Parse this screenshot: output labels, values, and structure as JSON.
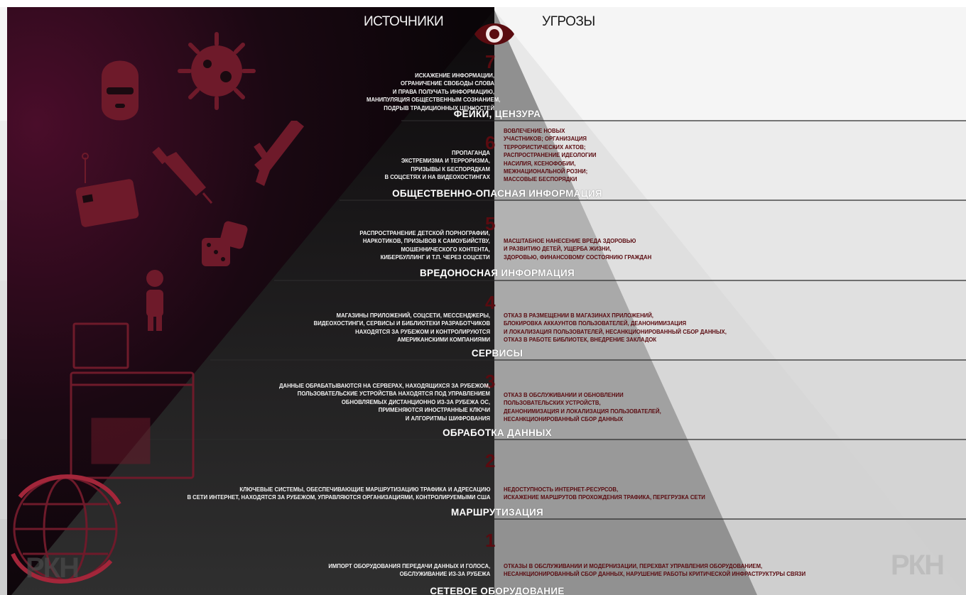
{
  "header": {
    "sources": "ИСТОЧНИКИ",
    "threats": "УГРОЗЫ"
  },
  "icons": [
    "eye-icon",
    "balaclava-icon",
    "virus-icon",
    "rifle-icon",
    "syringe-icon",
    "card-hook-icon",
    "dice-icon",
    "person-phone-icon",
    "browser-window-icon",
    "globe-icon"
  ],
  "watermark": "РКН",
  "colors": {
    "accent": "#5a0b10",
    "dark_bg": "#14070c",
    "icon": "#6e1a2a"
  },
  "levels": [
    {
      "num": "7",
      "title": "ФЕЙКИ, ЦЕНЗУРА",
      "left": [
        "ИСКАЖЕНИЕ ИНФОРМАЦИИ,",
        "ОГРАНИЧЕНИЕ СВОБОДЫ СЛОВА",
        "И ПРАВА ПОЛУЧАТЬ ИНФОРМАЦИЮ,",
        "МАНИПУЛЯЦИЯ ОБЩЕСТВЕННЫМ СОЗНАНИЕМ,",
        "ПОДРЫВ ТРАДИЦИОННЫХ ЦЕННОСТЕЙ"
      ],
      "right": []
    },
    {
      "num": "6",
      "title": "ОБЩЕСТВЕННО-ОПАСНАЯ ИНФОРМАЦИЯ",
      "left": [
        "ПРОПАГАНДА",
        "ЭКСТРЕМИЗМА И ТЕРРОРИЗМА,",
        "ПРИЗЫВЫ К БЕСПОРЯДКАМ",
        "В СОЦСЕТЯХ И НА ВИДЕОХОСТИНГАХ"
      ],
      "right": [
        "ВОВЛЕЧЕНИЕ НОВЫХ",
        "УЧАСТНИКОВ; ОРГАНИЗАЦИЯ",
        "ТЕРРОРИСТИЧЕСКИХ АКТОВ;",
        "РАСПРОСТРАНЕНИЕ ИДЕОЛОГИИ",
        "НАСИЛИЯ, КСЕНОФОБИИ,",
        "МЕЖНАЦИОНАЛЬНОЙ РОЗНИ;",
        "МАССОВЫЕ БЕСПОРЯДКИ"
      ]
    },
    {
      "num": "5",
      "title": "ВРЕДОНОСНАЯ ИНФОРМАЦИЯ",
      "left": [
        "РАСПРОСТРАНЕНИЕ ДЕТСКОЙ ПОРНОГРАФИИ,",
        "НАРКОТИКОВ, ПРИЗЫВОВ К САМОУБИЙСТВУ,",
        "МОШЕННИЧЕСКОГО КОНТЕНТА,",
        "КИБЕРБУЛЛИНГ И Т.П. ЧЕРЕЗ СОЦСЕТИ"
      ],
      "right": [
        "МАСШТАБНОЕ НАНЕСЕНИЕ ВРЕДА ЗДОРОВЬЮ",
        "И РАЗВИТИЮ ДЕТЕЙ, УЩЕРБА ЖИЗНИ,",
        "ЗДОРОВЬЮ, ФИНАНСОВОМУ СОСТОЯНИЮ ГРАЖДАН"
      ]
    },
    {
      "num": "4",
      "title": "СЕРВИСЫ",
      "left": [
        "МАГАЗИНЫ ПРИЛОЖЕНИЙ, СОЦСЕТИ, МЕССЕНДЖЕРЫ,",
        "ВИДЕОХОСТИНГИ, СЕРВИСЫ И БИБЛИОТЕКИ РАЗРАБОТЧИКОВ",
        "НАХОДЯТСЯ ЗА РУБЕЖОМ И КОНТРОЛИРУЮТСЯ",
        "АМЕРИКАНСКИМИ КОМПАНИЯМИ"
      ],
      "right": [
        "ОТКАЗ В РАЗМЕЩЕНИИ В МАГАЗИНАХ ПРИЛОЖЕНИЙ,",
        "БЛОКИРОВКА АККАУНТОВ ПОЛЬЗОВАТЕЛЕЙ, ДЕАНОНИМИЗАЦИЯ",
        "И ЛОКАЛИЗАЦИЯ ПОЛЬЗОВАТЕЛЕЙ, НЕСАНКЦИОНИРОВАННЫЙ СБОР ДАННЫХ,",
        "ОТКАЗ В РАБОТЕ БИБЛИОТЕК, ВНЕДРЕНИЕ ЗАКЛАДОК"
      ]
    },
    {
      "num": "3",
      "title": "ОБРАБОТКА ДАННЫХ",
      "left": [
        "ДАННЫЕ ОБРАБАТЫВАЮТСЯ НА СЕРВЕРАХ, НАХОДЯЩИХСЯ ЗА РУБЕЖОМ,",
        "ПОЛЬЗОВАТЕЛЬСКИЕ УСТРОЙСТВА НАХОДЯТСЯ ПОД УПРАВЛЕНИЕМ",
        "ОБНОВЛЯЕМЫХ ДИСТАНЦИОННО ИЗ-ЗА РУБЕЖА ОС,",
        "ПРИМЕНЯЮТСЯ ИНОСТРАННЫЕ КЛЮЧИ",
        "И АЛГОРИТМЫ ШИФРОВАНИЯ"
      ],
      "right": [
        "ОТКАЗ В ОБСЛУЖИВАНИИ И ОБНОВЛЕНИИ",
        "ПОЛЬЗОВАТЕЛЬСКИХ УСТРОЙСТВ,",
        "ДЕАНОНИМИЗАЦИЯ И ЛОКАЛИЗАЦИЯ ПОЛЬЗОВАТЕЛЕЙ,",
        "НЕСАНКЦИОНИРОВАННЫЙ СБОР ДАННЫХ"
      ]
    },
    {
      "num": "2",
      "title": "МАРШРУТИЗАЦИЯ",
      "left": [
        "КЛЮЧЕВЫЕ СИСТЕМЫ, ОБЕСПЕЧИВАЮЩИЕ МАРШРУТИЗАЦИЮ ТРАФИКА И АДРЕСАЦИЮ",
        "В СЕТИ ИНТЕРНЕТ, НАХОДЯТСЯ ЗА РУБЕЖОМ, УПРАВЛЯЮТСЯ ОРГАНИЗАЦИЯМИ, КОНТРОЛИРУЕМЫМИ США"
      ],
      "right": [
        "НЕДОСТУПНОСТЬ ИНТЕРНЕТ-РЕСУРСОВ,",
        "ИСКАЖЕНИЕ МАРШРУТОВ ПРОХОЖДЕНИЯ ТРАФИКА, ПЕРЕГРУЗКА СЕТИ"
      ]
    },
    {
      "num": "1",
      "title": "СЕТЕВОЕ ОБОРУДОВАНИЕ",
      "left": [
        "ИМПОРТ ОБОРУДОВАНИЯ ПЕРЕДАЧИ ДАННЫХ И ГОЛОСА,",
        "ОБСЛУЖИВАНИЕ ИЗ-ЗА РУБЕЖА"
      ],
      "right": [
        "ОТКАЗЫ В ОБСЛУЖИВАНИИ И МОДЕРНИЗАЦИИ, ПЕРЕХВАТ УПРАВЛЕНИЯ ОБОРУДОВАНИЕМ,",
        "НЕСАНКЦИОНИРОВАННЫЙ СБОР ДАННЫХ, НАРУШЕНИЕ РАБОТЫ КРИТИЧЕСКОЙ ИНФРАСТРУКТУРЫ СВЯЗИ"
      ]
    }
  ]
}
